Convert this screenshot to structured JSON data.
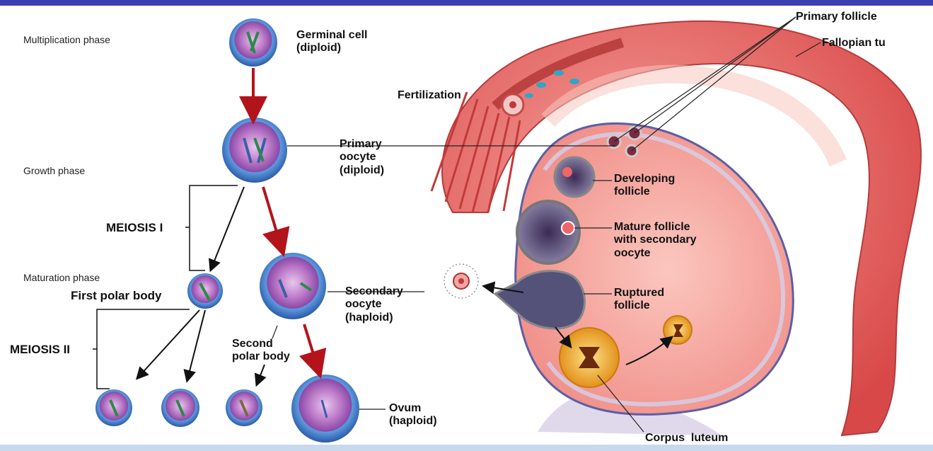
{
  "colors": {
    "top_bar": "#3b3fb0",
    "bottom_bar": "#c8d9ee",
    "cell_outer": "#3f6fb8",
    "cell_inner": "#b774c4",
    "arrow_red": "#b3131b",
    "tube_red": "#e85a5a",
    "ovary_pink": "#f3a7a3",
    "corpus_luteum": "#f2a81d"
  },
  "phases": {
    "multiplication": "Multiplication phase",
    "growth": "Growth phase",
    "maturation": "Maturation phase"
  },
  "meiosis": {
    "one": "MEIOSIS I",
    "two": "MEIOSIS II"
  },
  "cells": {
    "germinal": "Germinal cell\n(diploid)",
    "primary_oocyte": "Primary\noocyte\n(diploid)",
    "first_polar_body": "First polar body",
    "secondary_oocyte": "Secondary\noocyte\n(haploid)",
    "second_polar_body": "Second\npolar body",
    "ovum": "Ovum\n(haploid)"
  },
  "anatomy": {
    "fertilization": "Fertilization",
    "primary_follicle": "Primary follicle",
    "fallopian_tube": "Fallopian tu",
    "developing_follicle": "Developing\nfollicle",
    "mature_follicle": "Mature follicle\nwith secondary\noocyte",
    "ruptured_follicle": "Ruptured\nfollicle",
    "corpus_luteum": "Corpus  luteum"
  }
}
